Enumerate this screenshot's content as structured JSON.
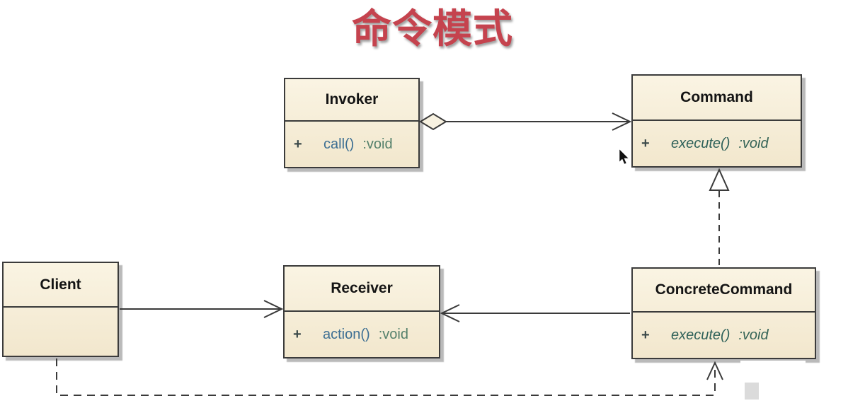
{
  "title": {
    "text": "命令模式",
    "color": "#c5434e"
  },
  "diagram_type": "uml-class-diagram",
  "classes": [
    {
      "id": "invoker",
      "name": "Invoker",
      "members": [
        {
          "visibility": "+",
          "name": "call()",
          "type": ":void",
          "abstract": false
        }
      ]
    },
    {
      "id": "command",
      "name": "Command",
      "members": [
        {
          "visibility": "+",
          "name": "execute()",
          "type": ":void",
          "abstract": true
        }
      ]
    },
    {
      "id": "client",
      "name": "Client",
      "members": []
    },
    {
      "id": "receiver",
      "name": "Receiver",
      "members": [
        {
          "visibility": "+",
          "name": "action()",
          "type": ":void",
          "abstract": false
        }
      ]
    },
    {
      "id": "concrete_command",
      "name": "ConcreteCommand",
      "members": [
        {
          "visibility": "+",
          "name": "execute()",
          "type": ":void",
          "abstract": true
        }
      ]
    }
  ],
  "relationships": [
    {
      "type": "aggregation",
      "from": "Invoker",
      "to": "Command",
      "line": "solid",
      "marker_from": "hollow-diamond",
      "marker_to": "open-arrow"
    },
    {
      "type": "realization",
      "from": "ConcreteCommand",
      "to": "Command",
      "line": "dashed",
      "marker_to": "hollow-triangle"
    },
    {
      "type": "association",
      "from": "Client",
      "to": "Receiver",
      "line": "solid",
      "marker_to": "open-arrow"
    },
    {
      "type": "association",
      "from": "ConcreteCommand",
      "to": "Receiver",
      "line": "solid",
      "marker_to": "open-arrow"
    },
    {
      "type": "dependency",
      "from": "Client",
      "to": "ConcreteCommand",
      "line": "dashed",
      "marker_to": "open-arrow"
    }
  ],
  "colors": {
    "title_red": "#c5434e",
    "box_fill_top": "#faf4e3",
    "box_fill_bottom": "#f2e7cd",
    "box_border": "#3b3b3b",
    "line": "#3a3a3a",
    "method_name_blue": "#3d6f93",
    "method_type_green": "#54806b",
    "abstract_method_teal": "#2e6159"
  },
  "icons": {
    "cursor": "mouse-pointer"
  }
}
